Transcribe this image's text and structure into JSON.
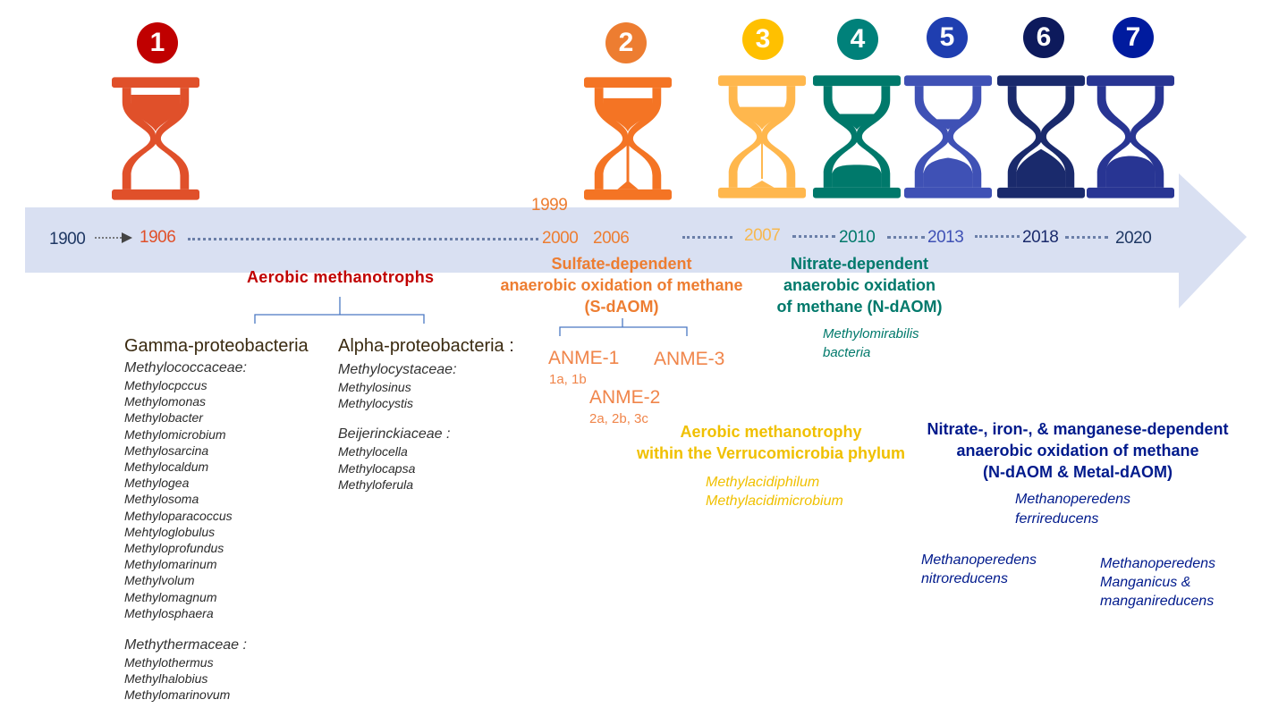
{
  "colors": {
    "arrow": "#d9e0f2",
    "axis_text": "#1f3864",
    "c1": "#c00000",
    "c2": "#ed7d31",
    "c3": "#ffc000",
    "c4": "#00817a",
    "c5": "#1f3eb0",
    "c6": "#0d1a5c",
    "c7": "#001b9e",
    "aerobic": "#c00000",
    "sdaom": "#ed7d31",
    "ndaom": "#00796b",
    "verruco": "#f0c000",
    "metal": "#001a8c",
    "genera": "#2b2b2b"
  },
  "badges": [
    "1",
    "2",
    "3",
    "4",
    "5",
    "6",
    "7"
  ],
  "icons": [
    "hourglass-icon-1",
    "hourglass-icon-2",
    "hourglass-icon-3",
    "hourglass-icon-4",
    "hourglass-icon-5",
    "hourglass-icon-6",
    "hourglass-icon-7"
  ],
  "years": {
    "y1900": "1900",
    "y1906": "1906",
    "y1999": "1999",
    "y2000": "2000",
    "y2006": "2006",
    "y2007": "2007",
    "y2010": "2010",
    "y2013": "2013",
    "y2018": "2018",
    "y2020": "2020"
  },
  "aerobic": {
    "title": "Aerobic methanotrophs",
    "gamma": {
      "heading": "Gamma-proteobacteria",
      "family1": "Methylococcaceae:",
      "genera1": [
        "Methylocpccus",
        "Methylomonas",
        "Methylobacter",
        "Methylomicrobium",
        "Methylosarcina",
        "Methylocaldum",
        "Methylogea",
        "Methylosoma",
        "Methyloparacoccus",
        "Mehtyloglobulus",
        "Methyloprofundus",
        "Methylomarinum",
        "Methylvolum",
        "Methylomagnum",
        "Methylosphaera"
      ],
      "family2": "Methythermaceae :",
      "genera2": [
        "Methylothermus",
        "Methylhalobius",
        "Methylomarinovum"
      ]
    },
    "alpha": {
      "heading": "Alpha-proteobacteria :",
      "family1": "Methylocystaceae:",
      "genera1": [
        "Methylosinus",
        "Methylocystis"
      ],
      "family2": "Beijerinckiaceae :",
      "genera2": [
        "Methylocella",
        "Methylocapsa",
        "Methyloferula"
      ]
    }
  },
  "sdaom": {
    "title_lines": [
      "Sulfate-dependent",
      "anaerobic oxidation of methane",
      "(S-dAOM)"
    ],
    "anme1": "ANME-1",
    "anme1_sub": "1a,   1b",
    "anme2": "ANME-2",
    "anme2_sub": "2a,   2b,  3c",
    "anme3": "ANME-3"
  },
  "ndaom": {
    "title_lines": [
      "Nitrate-dependent",
      "anaerobic oxidation",
      "of methane (N-dAOM)"
    ],
    "organism": [
      "Methylomirabilis",
      "bacteria"
    ]
  },
  "verruco": {
    "title_lines": [
      "Aerobic methanotrophy",
      "within the Verrucomicrobia phylum"
    ],
    "organisms": [
      "Methylacidiphilum",
      "Methylacidimicrobium"
    ]
  },
  "metal": {
    "title_lines": [
      "Nitrate-, iron-, & manganese-dependent",
      "anaerobic oxidation of methane",
      "(N-dAOM & Metal-dAOM)"
    ],
    "ferri": [
      "Methanoperedens",
      "ferrireducens"
    ],
    "nitro": [
      "Methanoperedens",
      "nitroreducens"
    ],
    "mang": [
      "Methanoperedens",
      "Manganicus &",
      "manganireducens"
    ]
  }
}
